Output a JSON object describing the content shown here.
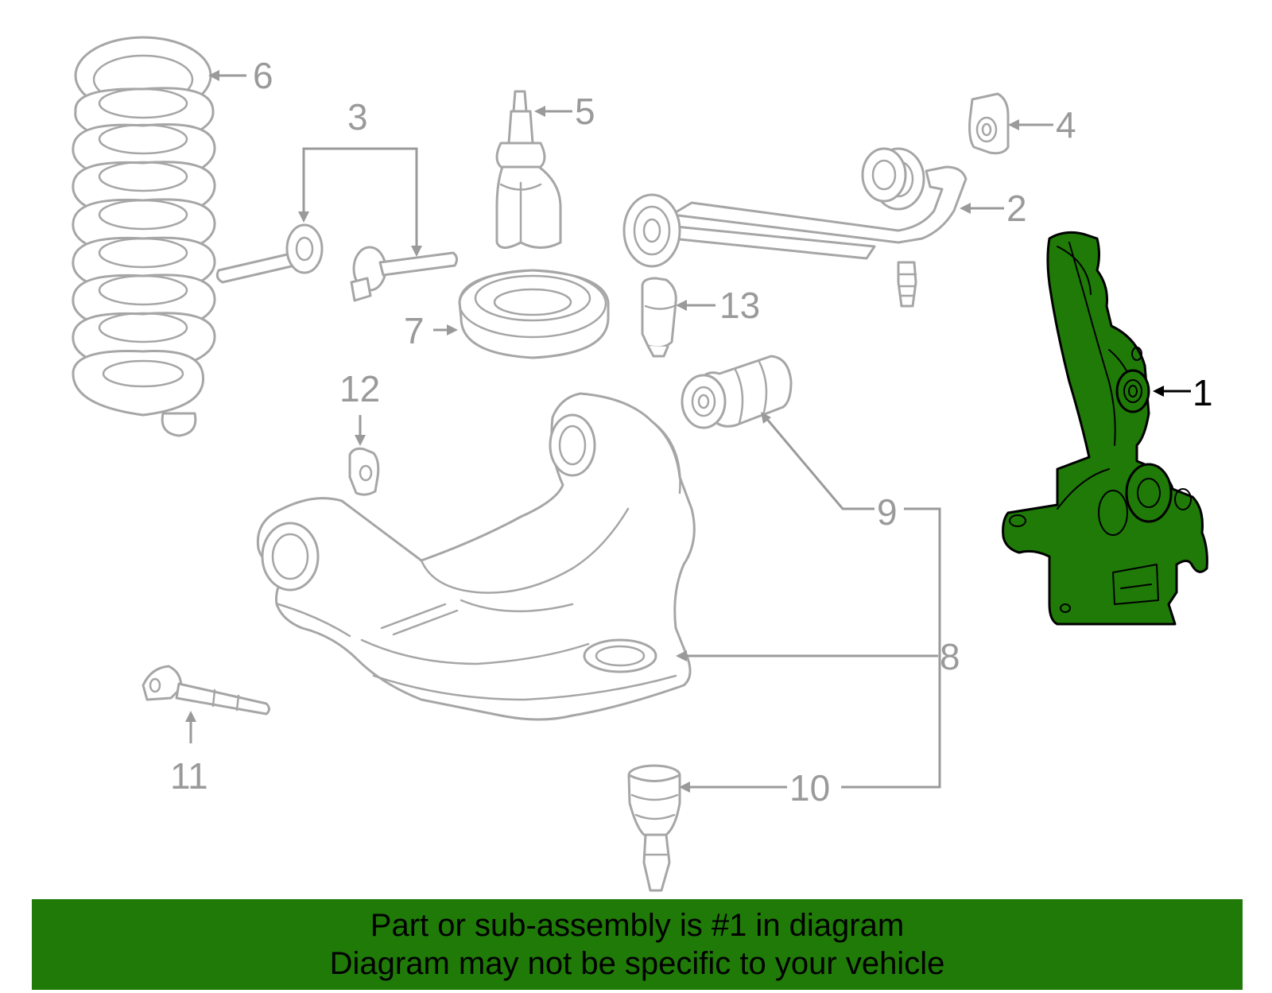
{
  "colors": {
    "highlight_fill": "#1f7a08",
    "part_outline": "#a6a6a6",
    "callout_text": "#9a9a9a",
    "banner_background": "#1f7a08",
    "banner_text": "#000000"
  },
  "diagram": {
    "highlighted_part": "1",
    "callouts": [
      {
        "id": "c1",
        "label": "1"
      },
      {
        "id": "c2",
        "label": "2"
      },
      {
        "id": "c3",
        "label": "3"
      },
      {
        "id": "c4",
        "label": "4"
      },
      {
        "id": "c5",
        "label": "5"
      },
      {
        "id": "c6",
        "label": "6"
      },
      {
        "id": "c7",
        "label": "7"
      },
      {
        "id": "c8",
        "label": "8"
      },
      {
        "id": "c9",
        "label": "9"
      },
      {
        "id": "c10",
        "label": "10"
      },
      {
        "id": "c11",
        "label": "11"
      },
      {
        "id": "c12",
        "label": "12"
      },
      {
        "id": "c13",
        "label": "13"
      }
    ]
  },
  "banner": {
    "line1": "Part or sub-assembly is #1 in diagram",
    "line2": "Diagram may not be specific to your vehicle"
  }
}
